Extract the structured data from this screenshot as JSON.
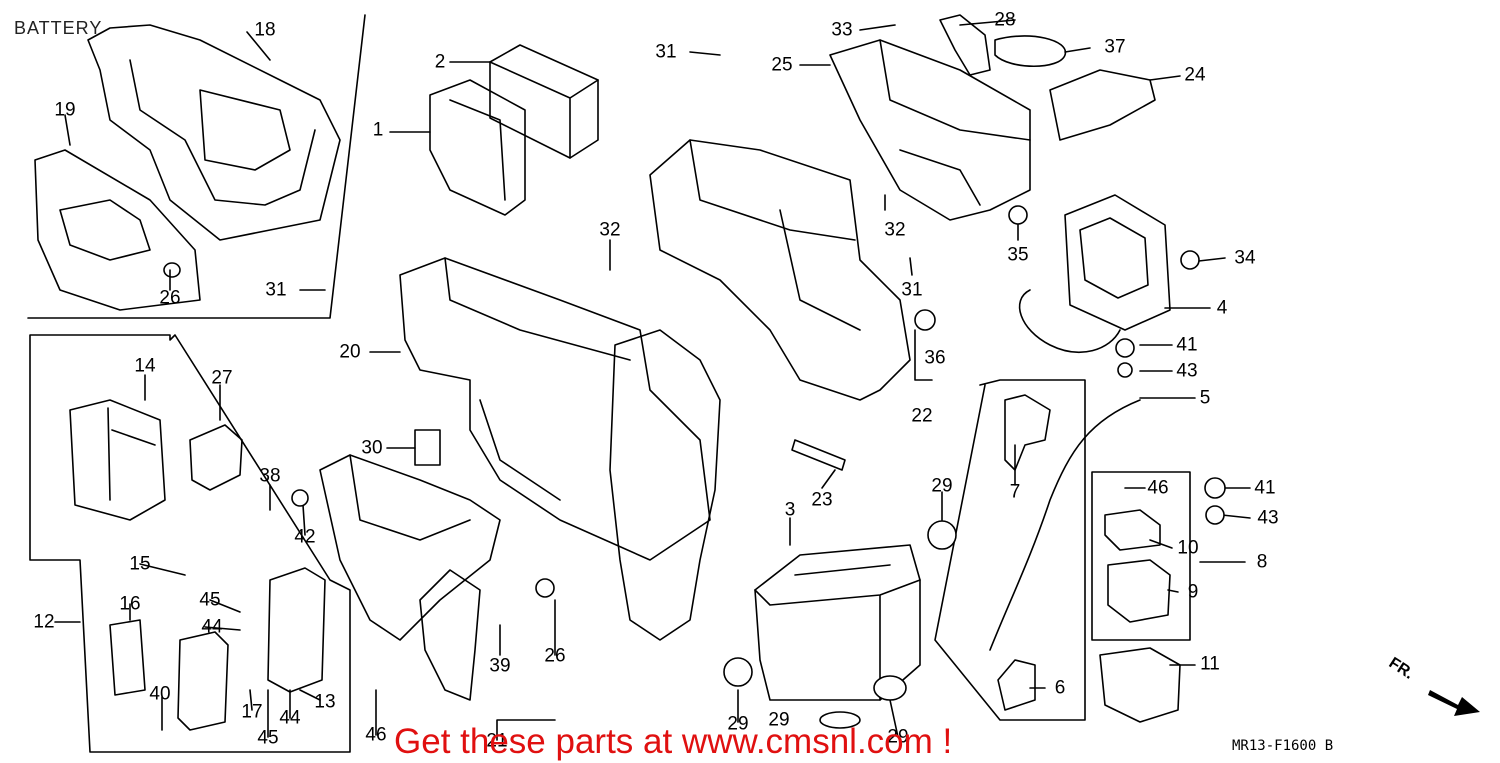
{
  "title": "BATTERY",
  "diagram_code": "MR13-F1600 B",
  "fr_label": "FR.",
  "promo_text": "Get these parts at www.cmsnl.com !",
  "colors": {
    "promo": "#e01010",
    "line": "#000000",
    "shade": "#dddddd"
  },
  "part_labels": [
    "1",
    "2",
    "3",
    "4",
    "5",
    "6",
    "7",
    "8",
    "9",
    "10",
    "11",
    "12",
    "13",
    "14",
    "15",
    "16",
    "17",
    "18",
    "19",
    "20",
    "21",
    "22",
    "23",
    "24",
    "25",
    "26",
    "27",
    "28",
    "29",
    "30",
    "31",
    "32",
    "33",
    "34",
    "35",
    "36",
    "37",
    "38",
    "39",
    "40",
    "41",
    "42",
    "43",
    "44",
    "45",
    "46"
  ],
  "callouts": [
    {
      "label": "18"
    },
    {
      "label": "19"
    },
    {
      "label": "26"
    },
    {
      "label": "2"
    },
    {
      "label": "1"
    },
    {
      "label": "31"
    },
    {
      "label": "33"
    },
    {
      "label": "28"
    },
    {
      "label": "37"
    },
    {
      "label": "25"
    },
    {
      "label": "24"
    },
    {
      "label": "32"
    },
    {
      "label": "32"
    },
    {
      "label": "35"
    },
    {
      "label": "34"
    },
    {
      "label": "31"
    },
    {
      "label": "31"
    },
    {
      "label": "4"
    },
    {
      "label": "20"
    },
    {
      "label": "36"
    },
    {
      "label": "22"
    },
    {
      "label": "41"
    },
    {
      "label": "43"
    },
    {
      "label": "5"
    },
    {
      "label": "14"
    },
    {
      "label": "27"
    },
    {
      "label": "30"
    },
    {
      "label": "38"
    },
    {
      "label": "42"
    },
    {
      "label": "23"
    },
    {
      "label": "29"
    },
    {
      "label": "7"
    },
    {
      "label": "46"
    },
    {
      "label": "41"
    },
    {
      "label": "43"
    },
    {
      "label": "10"
    },
    {
      "label": "8"
    },
    {
      "label": "3"
    },
    {
      "label": "9"
    },
    {
      "label": "12"
    },
    {
      "label": "15"
    },
    {
      "label": "16"
    },
    {
      "label": "45"
    },
    {
      "label": "44"
    },
    {
      "label": "39"
    },
    {
      "label": "26"
    },
    {
      "label": "11"
    },
    {
      "label": "6"
    },
    {
      "label": "13"
    },
    {
      "label": "40"
    },
    {
      "label": "17"
    },
    {
      "label": "44"
    },
    {
      "label": "45"
    },
    {
      "label": "46"
    },
    {
      "label": "21"
    },
    {
      "label": "29"
    },
    {
      "label": "29"
    },
    {
      "label": "29"
    }
  ]
}
